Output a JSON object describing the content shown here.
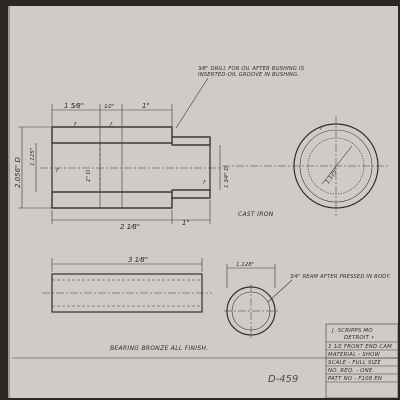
{
  "notes": {
    "drill_line1": "3⁄8\" DRILL FOR OIL AFTER BUSHING IS",
    "drill_line2": "INSERTED-OIL GROOVE IN BUSHING.",
    "ream": "3⁄4\" REAM AFTER PRESSED IN BODY.",
    "cast_iron": "CAST IRON",
    "bronze": "BEARING BRONZE ALL FINISH."
  },
  "dimensions": {
    "d_1_5_8": "1 5⁄8\"",
    "d_1_2": "1⁄2\"",
    "d_1": "1\"",
    "d_2_1_8": "2 1⁄8\"",
    "d_1_end": "1\"",
    "d_2056": "2.056\" D",
    "d_1125": "1.125\"",
    "d_2d": "2\" D",
    "d_1_3_4": "1 3⁄4\" D",
    "d_3_1_8": "3 1⁄8\"",
    "d_1128": "1.128\"",
    "d_1125_circle": "1.125\"",
    "f_mark": "f"
  },
  "title_block": {
    "line1": "J. SCRIPPS MO",
    "line2": "DETROIT  •",
    "line3": "3 1⁄2 FRONT END CAM",
    "line4": "MATERIAL - SHOW",
    "line5": "SCALE - FULL SIZE",
    "line6": "NO. REQ. - ONE.",
    "line7": "PATT NO - F108 EN"
  },
  "drawing_number": "D-459"
}
